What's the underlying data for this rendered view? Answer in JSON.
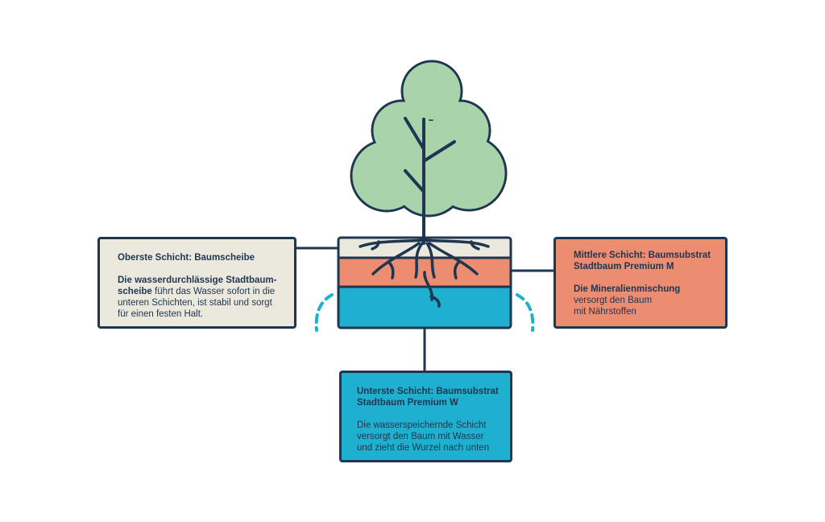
{
  "colors": {
    "outline": "#1f3650",
    "canopy": "#a9d4ab",
    "top_layer": "#ebe8de",
    "middle_layer": "#ec8c71",
    "bottom_layer": "#1fb0cf",
    "water_dash": "#1fb0cf",
    "background": "#ffffff"
  },
  "top_layer": {
    "title": "Oberste Schicht: Baumscheibe",
    "body_bold_1": "Die wasserdurchlässige Stadtbaum-",
    "body_bold_2": "scheibe",
    "body_rest_2": " führt das Wasser sofort in die",
    "body_line_3": "unteren Schichten, ist stabil und sorgt",
    "body_line_4": "für einen festen Halt."
  },
  "middle_layer": {
    "title_line_1": "Mittlere Schicht: Baumsubstrat",
    "title_line_2": "Stadtbaum Premium M",
    "body_line_1": "Die Mineralienmischung",
    "body_line_2": "versorgt den Baum",
    "body_line_3": "mit Nährstoffen"
  },
  "bottom_layer": {
    "title_line_1": "Unterste Schicht: Baumsubstrat",
    "title_line_2": "Stadtbaum Premium W",
    "body_line_1": "Die wasserspeichernde Schicht",
    "body_line_2": "versorgt den Baum mit Wasser",
    "body_line_3": "und zieht die Wurzel nach unten"
  }
}
